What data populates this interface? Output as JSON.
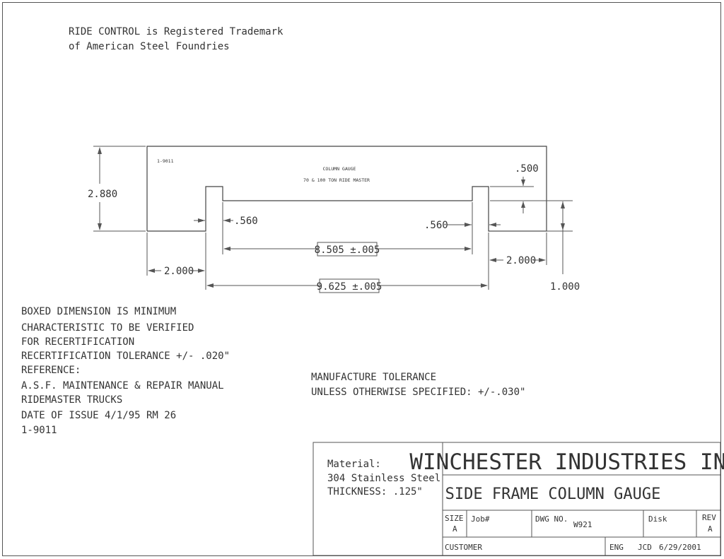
{
  "trademark": {
    "line1": "RIDE CONTROL is Registered Trademark",
    "line2": "of American Steel Foundries"
  },
  "gauge": {
    "part_number": "1-9011",
    "title_line1": "COLUMN GAUGE",
    "title_line2": "70 & 100 TON RIDE MASTER"
  },
  "dimensions": {
    "height_overall": "2.880",
    "notch_depth": ".500",
    "tab_width_left": ".560",
    "tab_width_right": ".560",
    "inner_span": "8.505 ±.005",
    "outer_span": "9.625 ±.005",
    "offset_left": "2.000",
    "offset_right": "2.000",
    "tab_height": "1.000"
  },
  "notes_left": [
    "BOXED DIMENSION IS MINIMUM",
    "CHARACTERISTIC TO BE VERIFIED",
    "FOR RECERTIFICATION",
    "RECERTIFICATION TOLERANCE +/- .020\"",
    "REFERENCE:",
    "A.S.F. MAINTENANCE & REPAIR MANUAL",
    "RIDEMASTER TRUCKS",
    "DATE OF ISSUE 4/1/95 RM 26",
    "1-9011"
  ],
  "notes_center": [
    "MANUFACTURE TOLERANCE",
    "UNLESS OTHERWISE SPECIFIED: +/-.030\""
  ],
  "title_block": {
    "material_label": "Material:",
    "material_value": "304 Stainless Steel",
    "thickness": "THICKNESS: .125\"",
    "company": "WINCHESTER INDUSTRIES INC.",
    "drawing_title": "SIDE FRAME COLUMN GAUGE",
    "size_label": "SIZE",
    "size_value": "A",
    "job_label": "Job#",
    "dwg_label": "DWG NO.",
    "dwg_value": "W921",
    "disk_label": "Disk",
    "rev_label": "REV",
    "rev_value": "A",
    "customer_label": "CUSTOMER",
    "eng_label": "ENG",
    "eng_value": "JCD",
    "date_value": "6/29/2001"
  }
}
